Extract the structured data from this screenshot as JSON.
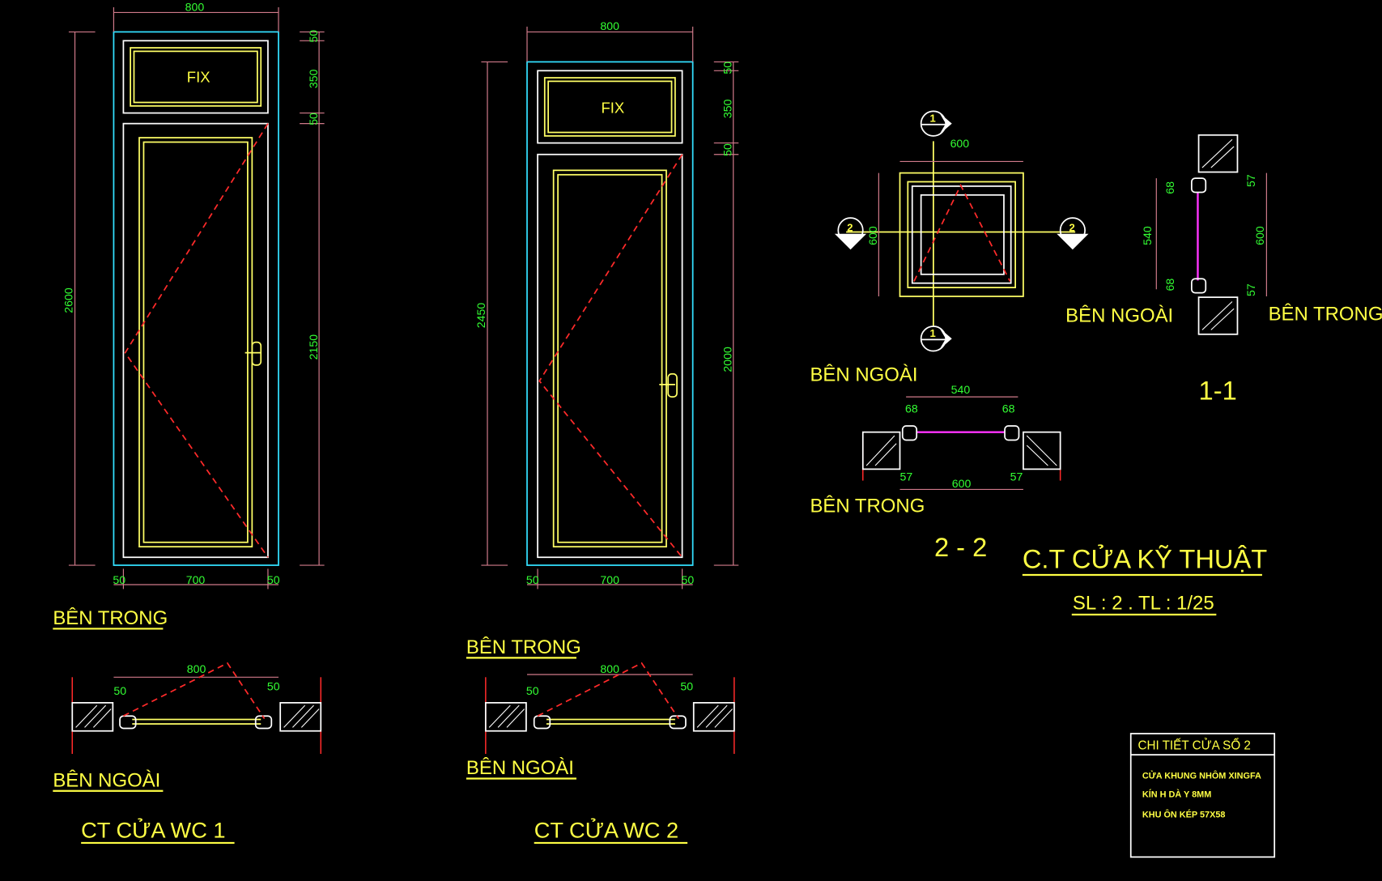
{
  "doors": [
    {
      "title": "CT  CỬA WC 1",
      "fix": "FIX",
      "width": "800",
      "height": "2600",
      "top_dims": [
        "50",
        "350",
        "50",
        "2150"
      ],
      "bottom_dims": [
        "50",
        "700",
        "50"
      ],
      "inside": "BÊN TRONG",
      "outside": "BÊN NGOÀI",
      "plan_width": "800",
      "plan_sides": [
        "50",
        "50"
      ]
    },
    {
      "title": "CT  CỬA WC 2",
      "fix": "FIX",
      "width": "800",
      "height": "2450",
      "top_dims": [
        "50",
        "350",
        "50",
        "2000"
      ],
      "bottom_dims": [
        "50",
        "700",
        "50"
      ],
      "inside": "BÊN TRONG",
      "outside": "BÊN NGOÀI",
      "plan_width": "800",
      "plan_sides": [
        "50",
        "50"
      ]
    }
  ],
  "window": {
    "width": "600",
    "height": "600",
    "section_marks": [
      "1",
      "1",
      "2",
      "2"
    ],
    "section_11": {
      "label": "1-1",
      "outside": "BÊN NGOÀI",
      "inside": "BÊN TRONG",
      "dims_left": [
        "68",
        "540",
        "68"
      ],
      "dims_right": [
        "57",
        "600",
        "57"
      ]
    },
    "section_22": {
      "label": "2 - 2",
      "outside": "BÊN NGOÀI",
      "inside": "BÊN TRONG",
      "dims_top": [
        "540",
        "68",
        "68"
      ],
      "dims_bottom": [
        "57",
        "600",
        "57"
      ]
    },
    "title": "C.T CỬA KỸ THUẬT",
    "subtitle": "SL : 2  . TL : 1/25"
  },
  "notes": {
    "title": "CHI TIẾT CỬA SỔ 2",
    "lines": [
      "CỬA KHUNG NHÔM XINGFA",
      "KÍN H DÀ Y 8MM",
      "KHU ÔN KÉP 57X58"
    ]
  },
  "colors": {
    "background": "#000000",
    "text": "#ffff44",
    "dimension": "#33ff33",
    "frame": "#33e0ff",
    "swing": "#ff2a2a",
    "glass": "#ff33ff"
  }
}
